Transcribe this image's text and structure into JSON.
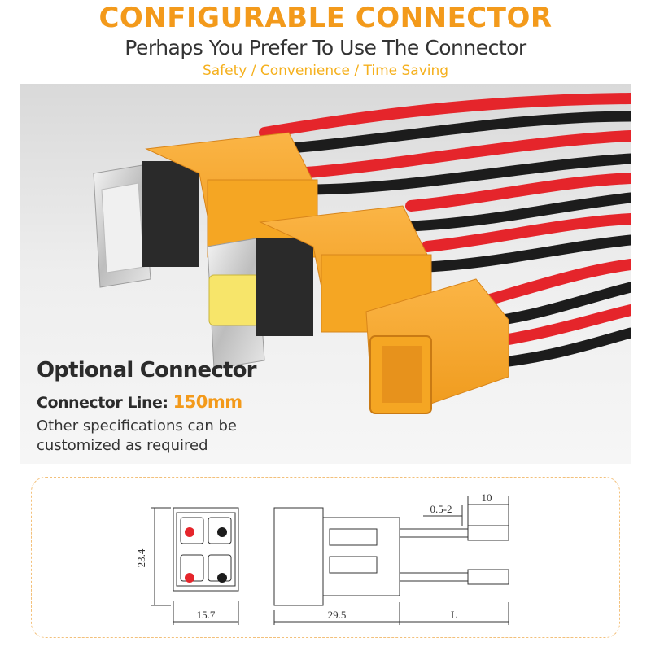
{
  "header": {
    "title": "CONFIGURABLE CONNECTOR",
    "subtitle": "Perhaps You Prefer To Use The Connector",
    "tagline": "Safety / Convenience / Time Saving"
  },
  "product_overlay": {
    "heading": "Optional Connector",
    "line_label": "Connector Line:",
    "line_value": "150mm",
    "description": "Other specifications can be customized as required"
  },
  "drawing": {
    "dim_height": "23.4",
    "dim_width_front": "15.7",
    "dim_body_length": "29.5",
    "dim_wire_length": "L",
    "dim_strip": "10",
    "dim_gap": "0.5-2"
  },
  "colors": {
    "accent_orange": "#f39a1b",
    "tagline_yellow": "#f5b01d",
    "connector_orange": "#f5a623",
    "wire_red": "#e5252b",
    "wire_black": "#1c1c1c",
    "frame_dash": "#f3c07a"
  }
}
